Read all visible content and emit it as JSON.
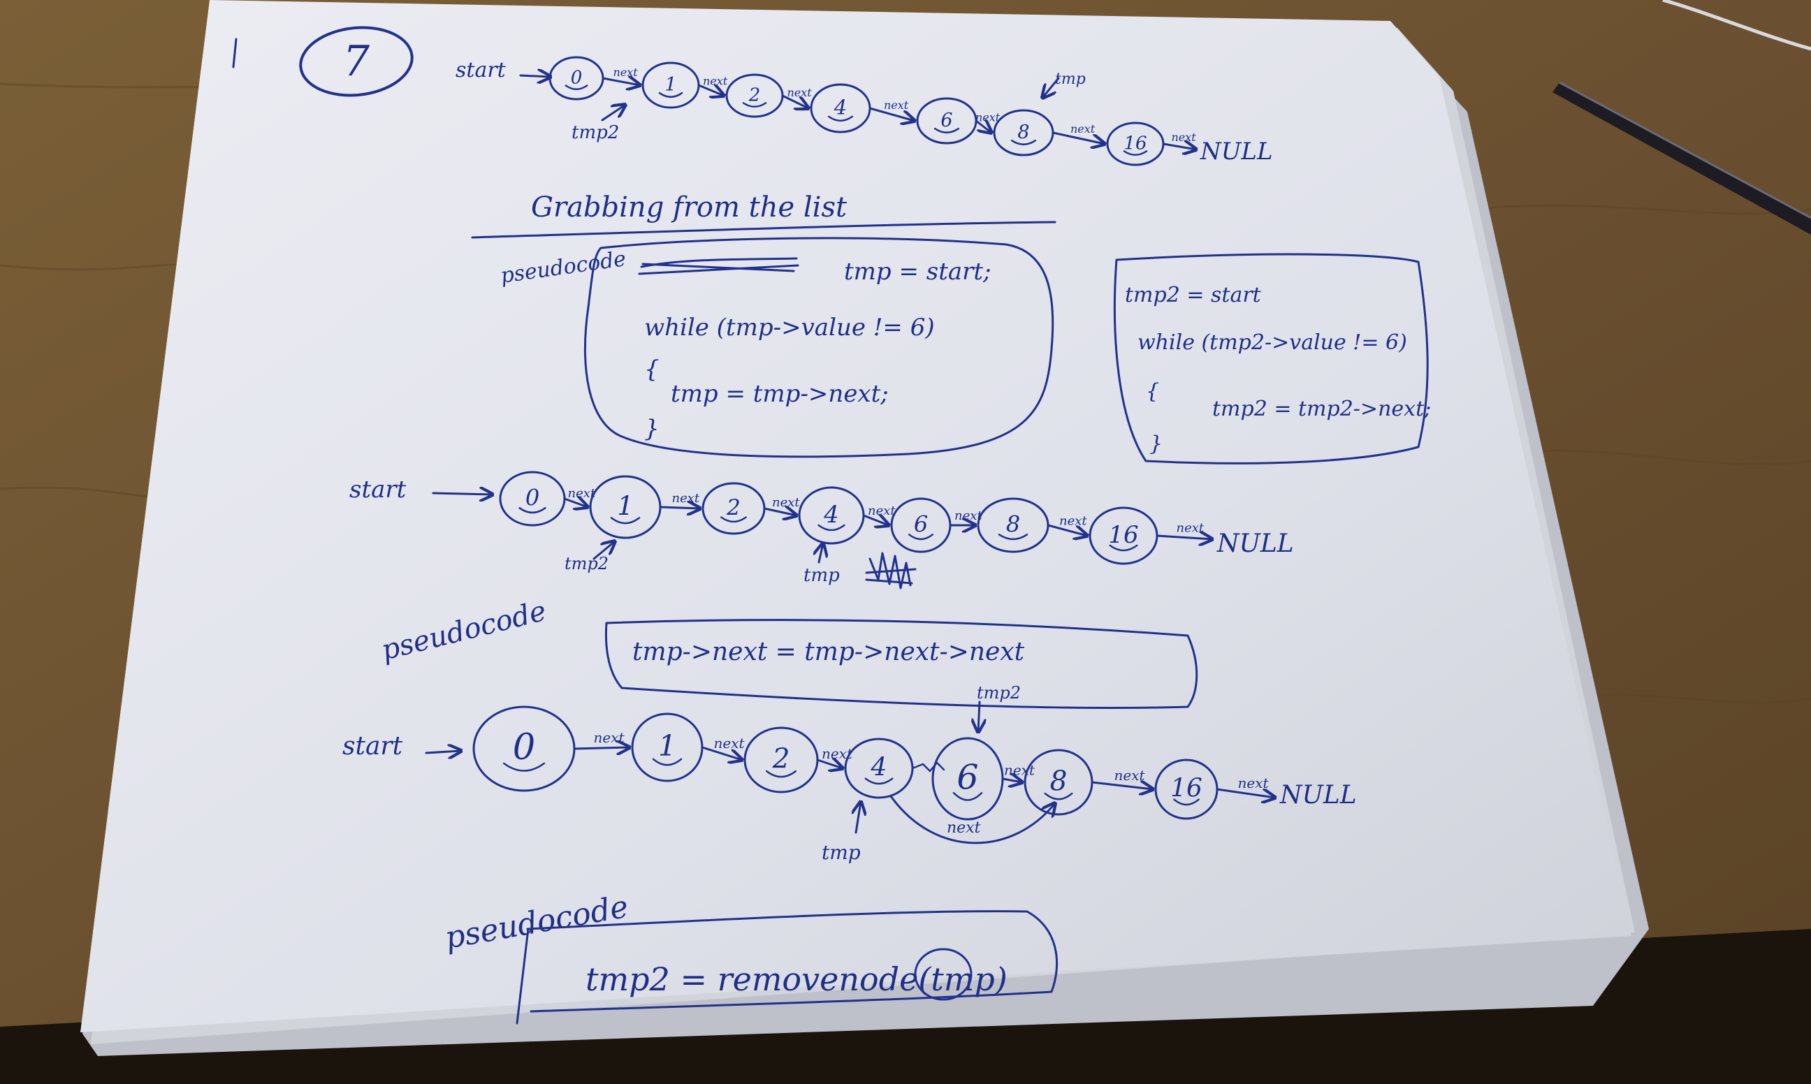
{
  "page_number": "7",
  "heading": "Grabbing from the list",
  "start_label": "start",
  "null_label": "NULL",
  "next_label": "next",
  "list_values": [
    "0",
    "1",
    "2",
    "4",
    "6",
    "8",
    "16"
  ],
  "list_top": {
    "tmp2_label": "tmp2",
    "tmp_label": "tmp"
  },
  "pseudocode_label": "pseudocode",
  "block1": {
    "line1": "tmp = start;",
    "line2": "while (tmp->value != 6)",
    "line3": "{",
    "line4": "tmp = tmp->next;",
    "line5": "}"
  },
  "block2": {
    "line1": "tmp2 = start",
    "line2": "while (tmp2->value != 6)",
    "line3": "{",
    "line4": "tmp2 = tmp2->next;",
    "line5": "}"
  },
  "list_mid": {
    "tmp2_label": "tmp2",
    "tmp_label": "tmp"
  },
  "block3": {
    "line1": "tmp->next = tmp->next->next"
  },
  "list_bottom": {
    "tmp2_label": "tmp2",
    "tmp_label": "tmp",
    "bypass_label": "next"
  },
  "block4": {
    "line1": "tmp2 = removenode(tmp)"
  },
  "colors": {
    "ink": "#22328c",
    "paper": "#e6e7ef",
    "desk": "#6e5531",
    "shadow": "#1a140c"
  }
}
